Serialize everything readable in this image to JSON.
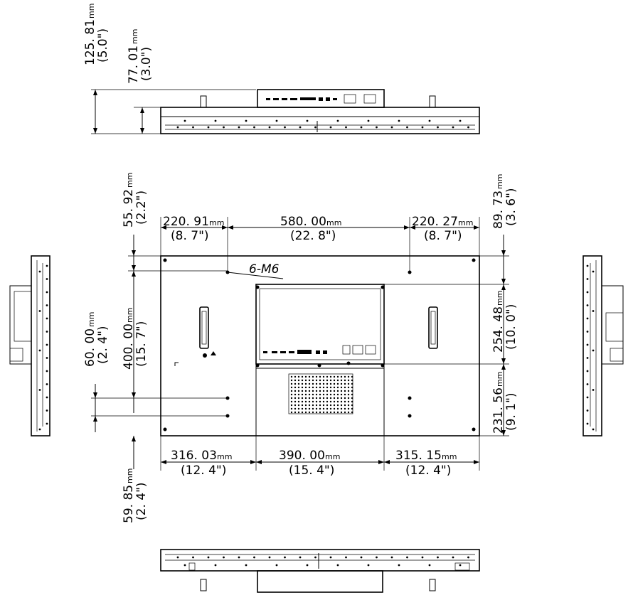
{
  "dimensions": {
    "top_height_total": {
      "value": "125. 81",
      "unit": "mm",
      "inch": "(5.0\")"
    },
    "top_height_panel": {
      "value": "77. 01",
      "unit": "mm",
      "inch": "(3.0\")"
    },
    "top_margin": {
      "value": "55. 92",
      "unit": "mm",
      "inch": "(2.2\")"
    },
    "left_to_hole": {
      "value": "220. 91",
      "unit": "mm",
      "inch": "(8. 7\")"
    },
    "hole_spacing_h": {
      "value": "580. 00",
      "unit": "mm",
      "inch": "(22. 8\")"
    },
    "hole_to_right": {
      "value": "220. 27",
      "unit": "mm",
      "inch": "(8. 7\")"
    },
    "right_top_margin": {
      "value": "89. 73",
      "unit": "mm",
      "inch": "(3. 6\")"
    },
    "hole_spacing_v": {
      "value": "400. 00",
      "unit": "mm",
      "inch": "(15. 7\")"
    },
    "hole_spacing_v2": {
      "value": "60. 00",
      "unit": "mm",
      "inch": "(2. 4\")"
    },
    "box_height": {
      "value": "254. 48",
      "unit": "mm",
      "inch": "(10. 0\")"
    },
    "box_to_bottom": {
      "value": "231. 56",
      "unit": "mm",
      "inch": "(9. 1\")"
    },
    "bottom_left": {
      "value": "316. 03",
      "unit": "mm",
      "inch": "(12. 4\")"
    },
    "bottom_center": {
      "value": "390. 00",
      "unit": "mm",
      "inch": "(15. 4\")"
    },
    "bottom_right": {
      "value": "315. 15",
      "unit": "mm",
      "inch": "(12. 4\")"
    },
    "bottom_margin": {
      "value": "59. 85",
      "unit": "mm",
      "inch": "(2. 4\")"
    }
  },
  "labels": {
    "screw_callout": "6-M6"
  }
}
